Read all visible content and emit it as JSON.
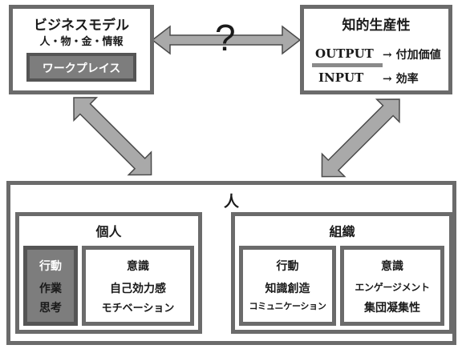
{
  "business_model": {
    "title": "ビジネスモデル",
    "subtitle": "人・物・金・情報",
    "workplace_label": "ワークプレイス"
  },
  "question_mark": "?",
  "productivity": {
    "title": "知的生産性",
    "output_label": "OUTPUT",
    "output_result": "→ 付加価値",
    "input_label": "INPUT",
    "input_result": "→ 効率"
  },
  "people": {
    "title": "人",
    "individual": {
      "title": "個人",
      "behavior": {
        "title": "行動",
        "line1": "作業",
        "line2": "思考"
      },
      "awareness": {
        "title": "意識",
        "line1": "自己効力感",
        "line2": "モチベーション"
      }
    },
    "organization": {
      "title": "組織",
      "behavior": {
        "title": "行動",
        "line1": "知識創造",
        "line2": "コミュニケーション"
      },
      "awareness": {
        "title": "意識",
        "line1": "エンゲージメント",
        "line2": "集団凝集性"
      }
    }
  },
  "colors": {
    "border": "#6b6b6b",
    "fill_dark": "#7d7d7d",
    "fill_light": "#a9a9a9",
    "text": "#1a1a1a"
  }
}
